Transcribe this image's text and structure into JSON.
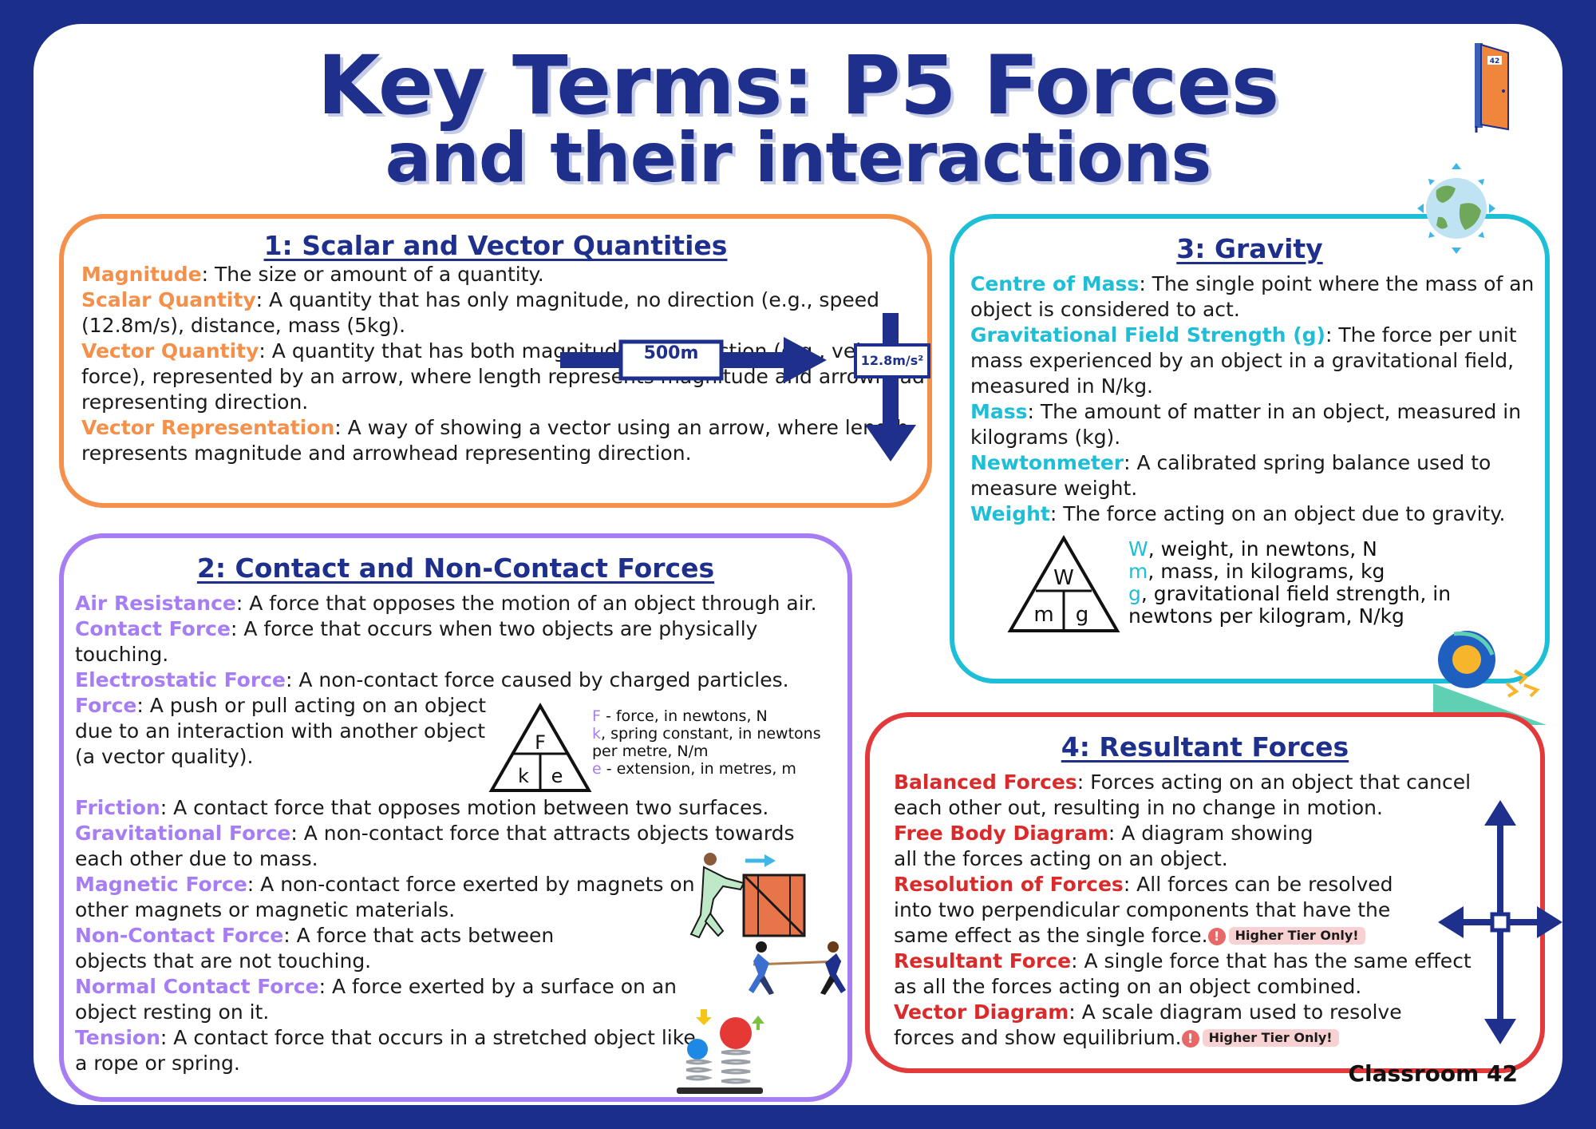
{
  "title": {
    "line1": "Key Terms: P5 Forces",
    "line2": "and their interactions"
  },
  "sections": {
    "scalar_vector": {
      "heading": "1: Scalar and Vector Quantities",
      "terms": [
        {
          "term": "Magnitude",
          "definition": ": The size or amount of a quantity."
        },
        {
          "term": "Scalar Quantity",
          "definition": ": A quantity that has only magnitude, no direction (e.g., speed (12.8m/s), distance, mass (5kg)."
        },
        {
          "term": "Vector Quantity",
          "definition": ": A quantity that has both magnitude and direction (e.g., velocity, force), represented by an arrow, where length represents magnitude and arrowhead representing direction."
        },
        {
          "term": "Vector Representation",
          "definition": ": A way of showing a vector using an arrow, where length represents magnitude and arrowhead representing direction."
        }
      ],
      "arrow_label_horizontal": "500m",
      "arrow_label_vertical": "12.8m/s²"
    },
    "contact_forces": {
      "heading": "2: Contact and Non-Contact Forces",
      "terms": [
        {
          "term": "Air Resistance",
          "definition": ": A force that opposes the motion of an object through air."
        },
        {
          "term": "Contact Force",
          "definition": ": A force that occurs when two objects are physically touching."
        },
        {
          "term": "Electrostatic Force",
          "definition": ": A non-contact force caused by charged particles."
        },
        {
          "term": "Force",
          "definition": ": A push or pull acting on an object due to an interaction with another object (a vector quality)."
        },
        {
          "term": "Friction",
          "definition": ": A contact force that opposes motion between two surfaces."
        },
        {
          "term": "Gravitational Force",
          "definition": ": A non-contact force that attracts objects towards each other due to mass."
        },
        {
          "term": "Magnetic Force",
          "definition": ": A non-contact force exerted by magnets on other magnets or magnetic materials."
        },
        {
          "term": "Non-Contact Force",
          "definition": ": A force that acts between objects that are not touching."
        },
        {
          "term": "Normal Contact Force",
          "definition": ": A force exerted by a surface on an object resting on it."
        },
        {
          "term": "Tension",
          "definition": ": A contact force that occurs in a stretched object like a rope or spring."
        }
      ],
      "triangle": {
        "top": "F",
        "left": "k",
        "right": "e"
      },
      "legend": [
        {
          "symbol": "F",
          "text": " - force, in newtons, N"
        },
        {
          "symbol": "k",
          "text": ", spring constant, in newtons per metre, N/m"
        },
        {
          "symbol": "e",
          "text": " - extension, in metres, m"
        }
      ]
    },
    "gravity": {
      "heading": "3: Gravity",
      "terms": [
        {
          "term": "Centre of Mass",
          "definition": ": The single point where the mass of an object is considered to act."
        },
        {
          "term": "Gravitational Field Strength (g)",
          "definition": ": The force per unit mass experienced by an object in a gravitational field, measured in N/kg."
        },
        {
          "term": "Mass",
          "definition": ": The amount of matter in an object, measured in kilograms (kg)."
        },
        {
          "term": "Newtonmeter",
          "definition": ": A calibrated spring balance used to measure weight."
        },
        {
          "term": "Weight",
          "definition": ": The force acting on an object due to gravity."
        }
      ],
      "triangle": {
        "top": "W",
        "left": "m",
        "right": "g"
      },
      "legend": [
        {
          "symbol": "W",
          "text": ", weight, in newtons, N"
        },
        {
          "symbol": "m",
          "text": ", mass, in kilograms, kg"
        },
        {
          "symbol": "g",
          "text": ", gravitational field strength, in newtons per kilogram, N/kg"
        }
      ]
    },
    "resultant": {
      "heading": "4: Resultant Forces",
      "terms": [
        {
          "term": "Balanced Forces",
          "definition": ": Forces acting on an object that cancel each other out, resulting in no change in motion."
        },
        {
          "term": "Free Body Diagram",
          "definition": ": A diagram showing all the forces acting on an object."
        },
        {
          "term": "Resolution of Forces",
          "definition": ": All forces can be resolved into two perpendicular components that have the same effect as the single force."
        },
        {
          "term": "Resultant Force",
          "definition": ": A single force that has the same effect as all the forces acting on an object combined."
        },
        {
          "term": "Vector Diagram",
          "definition": ": A scale diagram used to resolve forces and show equilibrium."
        }
      ],
      "badge": "Higher Tier Only!",
      "badge_mark": "!"
    }
  },
  "door_number": "42",
  "footer": "Classroom 42",
  "colors": {
    "frame": "#1b2f8a",
    "heading": "#1e2f8c",
    "section1": "#f5904b",
    "section2": "#a67df2",
    "section3": "#1ebfd6",
    "section4": "#e23a3a"
  },
  "icons": [
    "door-icon",
    "earth-icon",
    "ball-on-ramp-icon",
    "pushing-crate-icon",
    "tug-of-war-icon",
    "springs-balls-icon",
    "force-cross-arrows-icon"
  ]
}
